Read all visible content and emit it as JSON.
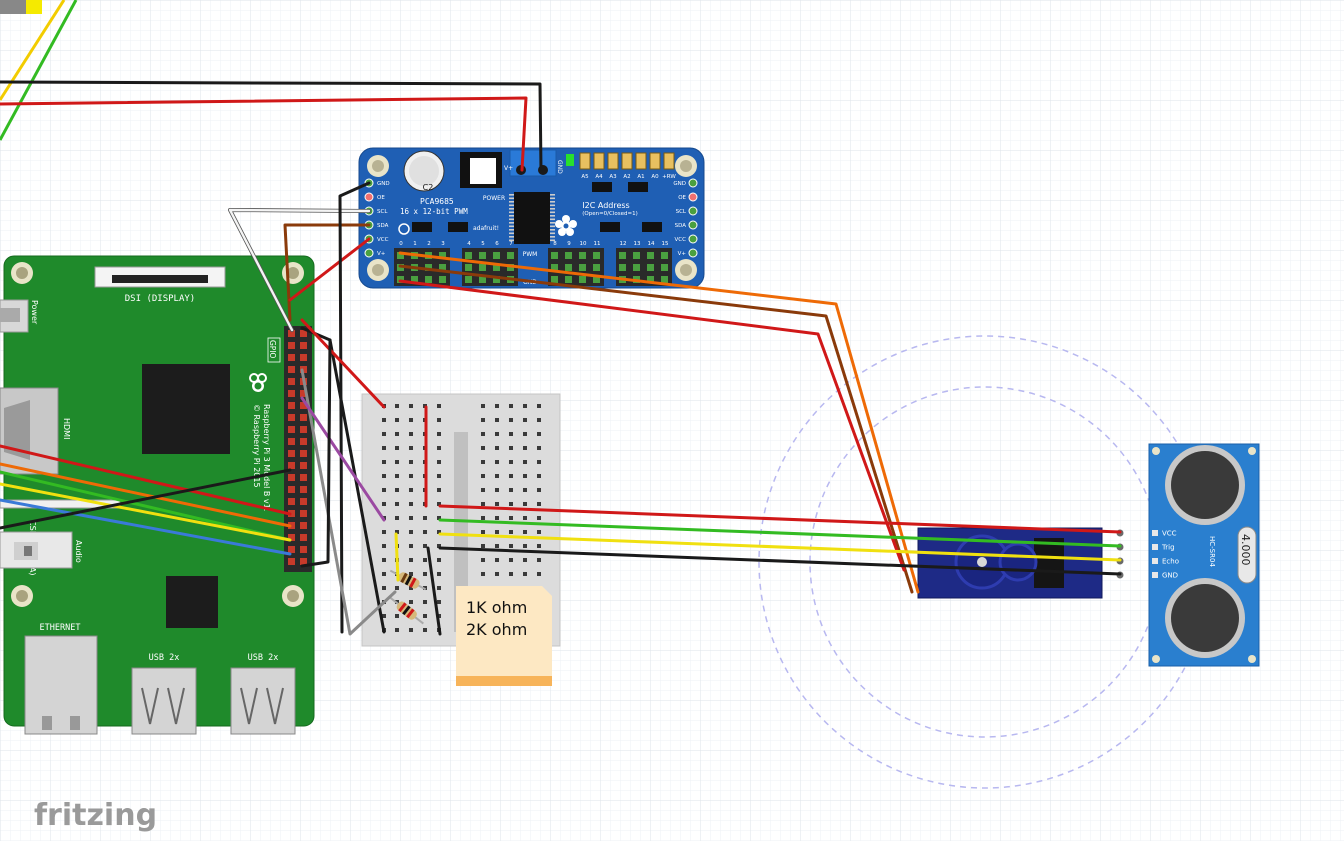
{
  "app": {
    "logo": "fritzing"
  },
  "note": {
    "line1": "1K ohm",
    "line2": "2K ohm"
  },
  "pca9685": {
    "name": "PCA9685",
    "subtitle": "16 x 12-bit PWM",
    "cap_label": "C2",
    "power_label": "POWER",
    "pwm_label": "PWM",
    "gnd_label": "GND",
    "brand": "adafruit!",
    "addr_title": "I2C Address",
    "addr_sub": "(Open=0/Closed=1)",
    "addr_pins": [
      "A5",
      "A4",
      "A3",
      "A2",
      "A1",
      "A0",
      "+RW"
    ],
    "left_pins": [
      "GND",
      "OE",
      "SCL",
      "SDA",
      "VCC",
      "V+"
    ],
    "right_pins": [
      "GND",
      "OE",
      "SCL",
      "SDA",
      "VCC",
      "V+"
    ],
    "top_terminal": [
      "V+",
      "GND"
    ],
    "channels_a": [
      "0",
      "1",
      "2",
      "3"
    ],
    "channels_b": [
      "4",
      "5",
      "6",
      "7"
    ],
    "channels_c": [
      "8",
      "9",
      "10",
      "11"
    ],
    "channels_d": [
      "12",
      "13",
      "14",
      "15"
    ]
  },
  "rpi": {
    "dsi_label": "DSI (DISPLAY)",
    "power_label": "Power",
    "gpio_label": "GPIO",
    "hdmi_label": "HDMI",
    "model_line1": "Raspberry Pi 3 Model B v1.",
    "model_line2": "© Raspberry Pi 2015",
    "csi_label": "CSI (CAMERA)",
    "audio_label": "Audio",
    "ethernet_label": "ETHERNET",
    "usb1_label": "USB 2x",
    "usb2_label": "USB 2x"
  },
  "sensor": {
    "model": "HC-SR04",
    "crystal": "4.000",
    "pins": [
      "VCC",
      "Trig",
      "Echo",
      "GND"
    ]
  },
  "colors": {
    "pca_blue": "#1f5fb4",
    "rpi_green": "#1f8a2b",
    "sensor_blue": "#2a7fcf",
    "servo_navy": "#1e2a86",
    "wire_red": "#d01818",
    "wire_black": "#1a1a1a",
    "wire_orange": "#ee6a06",
    "wire_brown": "#8a3a0a",
    "wire_green": "#33bb22",
    "wire_yellow": "#f0e010",
    "wire_blue": "#3a7ad8",
    "wire_purple": "#9b4aa2",
    "wire_white": "#f4f4f4",
    "wire_gray": "#8a8a8a",
    "sweep_dash": "#b8b8f0",
    "note_yellow": "#fde8c3"
  }
}
